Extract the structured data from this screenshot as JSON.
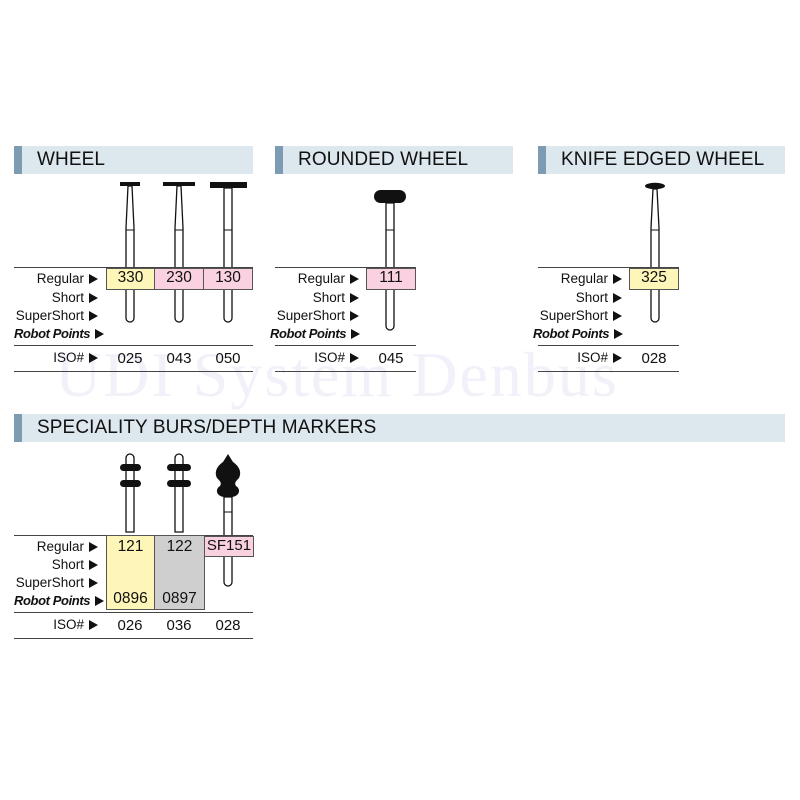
{
  "row_labels": {
    "regular": "Regular",
    "short": "Short",
    "supershort": "SuperShort",
    "robot": "Robot Points",
    "iso": "ISO#"
  },
  "watermark": "UDI System Denbus",
  "colors": {
    "header_bg": "#dce7ee",
    "header_accent": "#7d9cb4",
    "yellow": "#fdf6b8",
    "pink": "#fad1e0",
    "gray": "#cfcfcf"
  },
  "sections": {
    "wheel": {
      "title": "WHEEL",
      "items": [
        {
          "regular": "330",
          "iso": "025",
          "color": "yellow",
          "shape": "wheel-bur"
        },
        {
          "regular": "230",
          "iso": "043",
          "color": "pink",
          "shape": "wheel-bur"
        },
        {
          "regular": "130",
          "iso": "050",
          "color": "pink",
          "shape": "wheel-bur"
        }
      ]
    },
    "rounded_wheel": {
      "title": "ROUNDED WHEEL",
      "items": [
        {
          "regular": "111",
          "iso": "045",
          "color": "pink",
          "shape": "rounded-wheel-bur"
        }
      ]
    },
    "knife_edged_wheel": {
      "title": "KNIFE EDGED WHEEL",
      "items": [
        {
          "regular": "325",
          "iso": "028",
          "color": "yellow",
          "shape": "knife-edge-bur"
        }
      ]
    },
    "speciality": {
      "title": "SPECIALITY BURS/DEPTH MARKERS",
      "items": [
        {
          "regular": "121",
          "robot": "0896",
          "iso": "026",
          "color": "yellow",
          "shape": "depth-marker-bur"
        },
        {
          "regular": "122",
          "robot": "0897",
          "iso": "036",
          "color": "gray",
          "shape": "depth-marker-bur"
        },
        {
          "regular": "SF151",
          "iso": "028",
          "color": "pink",
          "shape": "special-form-bur"
        }
      ]
    }
  }
}
